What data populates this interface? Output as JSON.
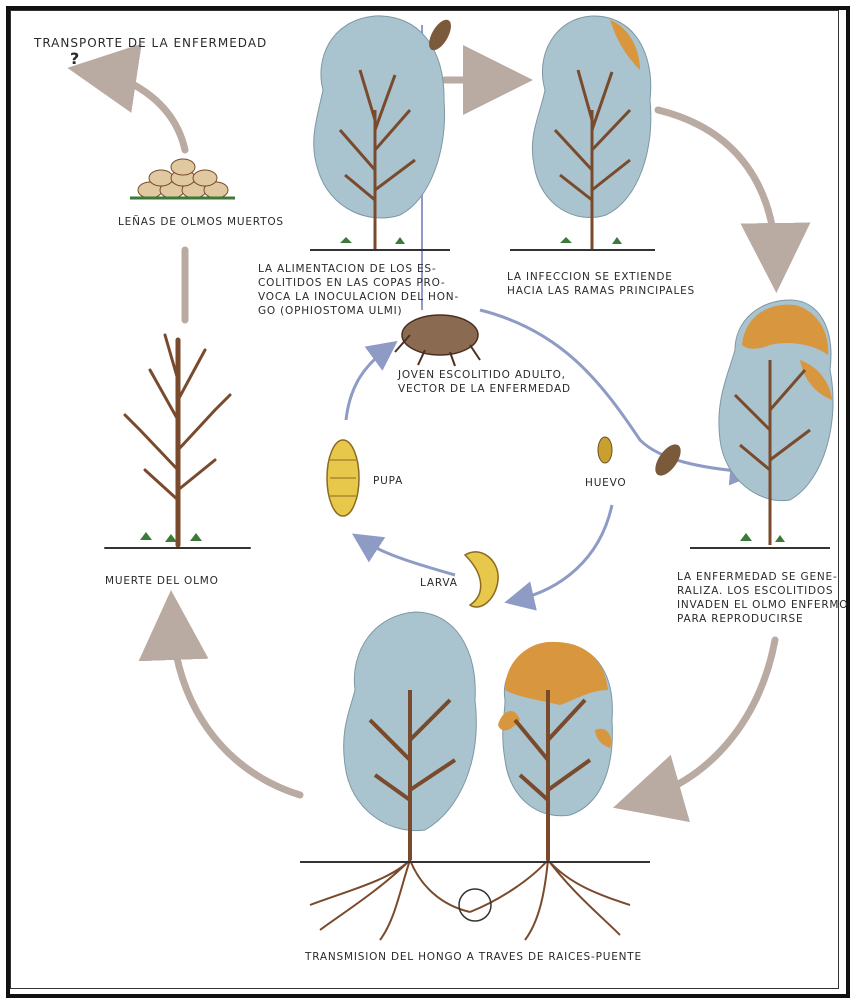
{
  "labels": {
    "transport": "TRANSPORTE DE LA ENFERMEDAD",
    "transport_q": "?",
    "firewood": "LEÑAS DE OLMOS MUERTOS",
    "feeding": "LA ALIMENTACION DE LOS ES-\nCOLITIDOS EN LAS COPAS PRO-\nVOCA LA INOCULACION DEL HON-\nGO (OPHIOSTOMA ULMI)",
    "infection": "LA INFECCION SE EXTIENDE\nHACIA LAS RAMAS PRINCIPALES",
    "adult": "JOVEN ESCOLITIDO ADULTO,\nVECTOR DE LA ENFERMEDAD",
    "pupa": "PUPA",
    "egg": "HUEVO",
    "larva": "LARVA",
    "death": "MUERTE DEL OLMO",
    "generalized": "LA ENFERMEDAD SE GENE-\nRALIZA. LOS ESCOLITIDOS\nINVADEN EL OLMO ENFERMO\nPARA REPRODUCIRSE",
    "roots": "TRANSMISION DEL HONGO A TRAVES DE RAICES-PUENTE"
  },
  "colors": {
    "foliage_blue": "#a9c3cf",
    "foliage_orange": "#d8973f",
    "trunk": "#7a4a2c",
    "grey_arrow": "#b9aaa2",
    "blue_arrow": "#8e9bc4",
    "insect_yellow": "#e8c84a"
  }
}
